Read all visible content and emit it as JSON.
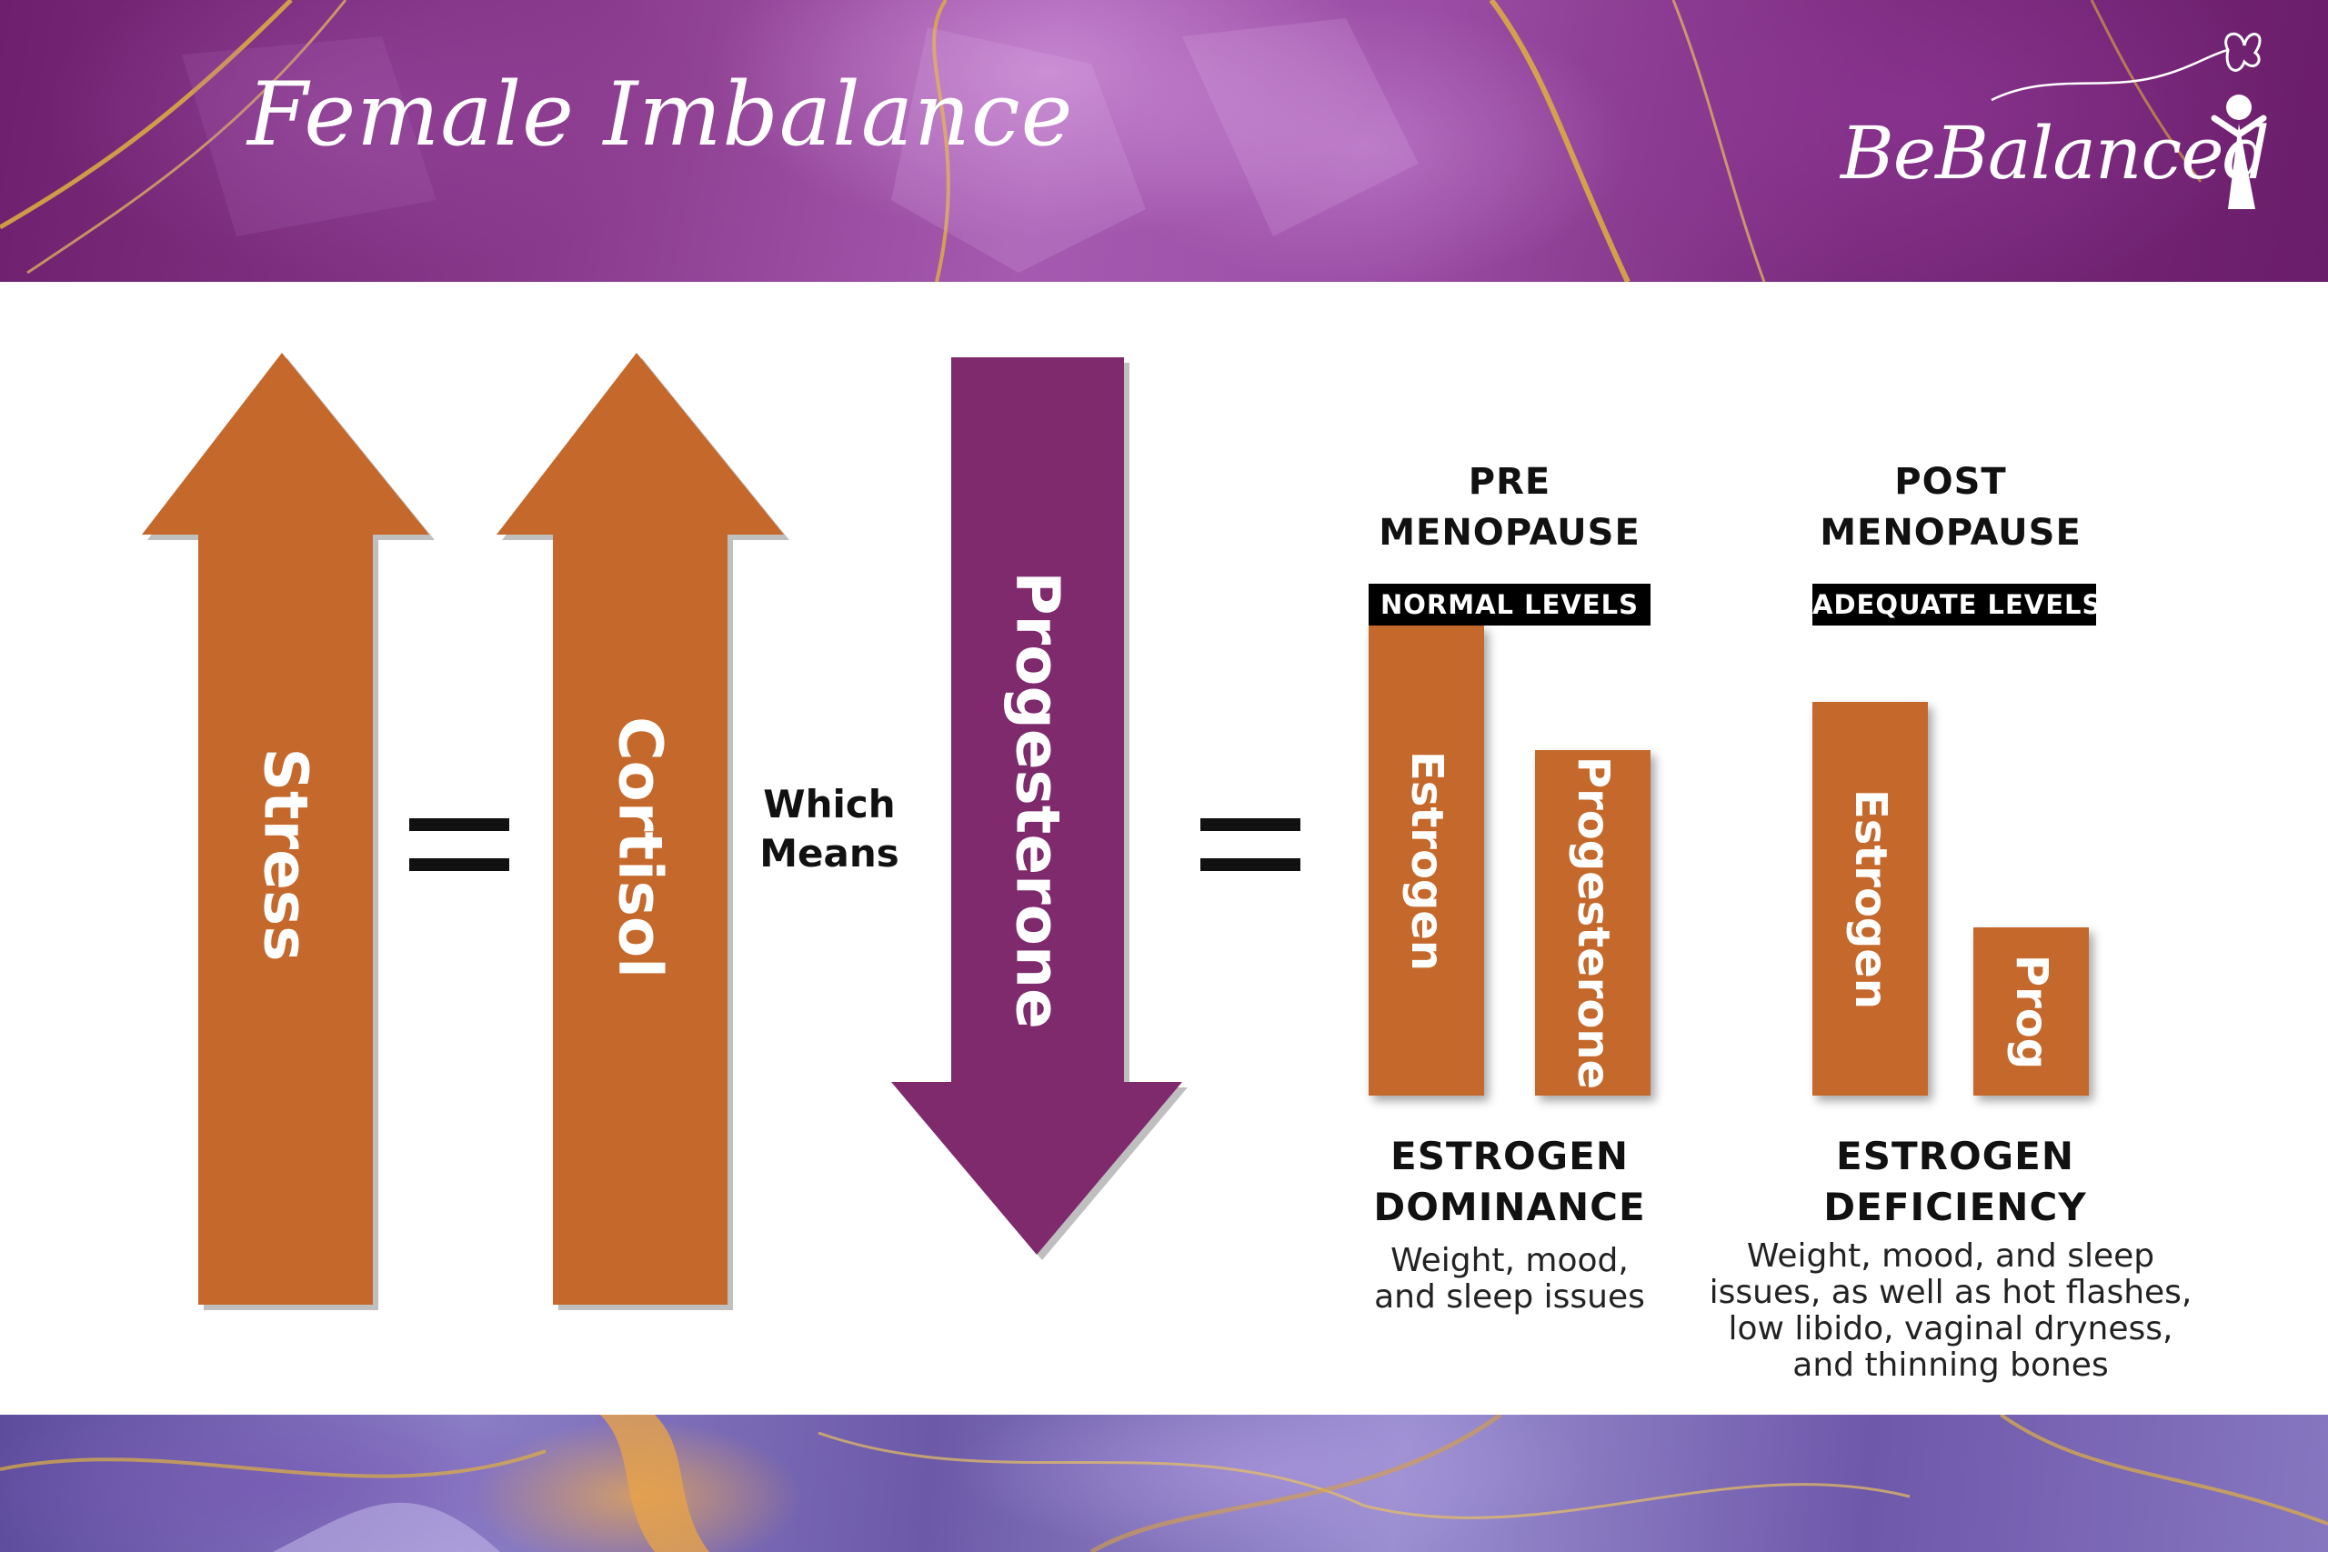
{
  "header": {
    "title": "Female Imbalance",
    "logo_text": "BeBalanced"
  },
  "colors": {
    "orange": "#c5682b",
    "purple": "#7e2a6d",
    "black": "#111111"
  },
  "flow": {
    "stress": {
      "label": "Stress",
      "direction": "up"
    },
    "equals_1": "=",
    "cortisol": {
      "label": "Cortisol",
      "direction": "up"
    },
    "joiner": [
      "Which",
      "Means"
    ],
    "progesterone": {
      "label": "Progesterone",
      "direction": "down"
    },
    "equals_2": "="
  },
  "pre": {
    "heading": [
      "PRE",
      "MENOPAUSE"
    ],
    "badge": "NORMAL LEVELS",
    "bars": [
      {
        "label": "Estrogen"
      },
      {
        "label": "Progesterone"
      }
    ],
    "result": [
      "ESTROGEN",
      "DOMINANCE"
    ],
    "description": [
      "Weight, mood,",
      "and sleep issues"
    ]
  },
  "post": {
    "heading": [
      "POST",
      "MENOPAUSE"
    ],
    "badge": "ADEQUATE LEVELS",
    "bars": [
      {
        "label": "Estrogen"
      },
      {
        "label": "Prog"
      }
    ],
    "result": [
      "ESTROGEN",
      "DEFICIENCY"
    ],
    "description": [
      "Weight, mood, and sleep",
      "issues, as well as hot flashes,",
      "low libido, vaginal dryness,",
      "and thinning bones"
    ]
  }
}
